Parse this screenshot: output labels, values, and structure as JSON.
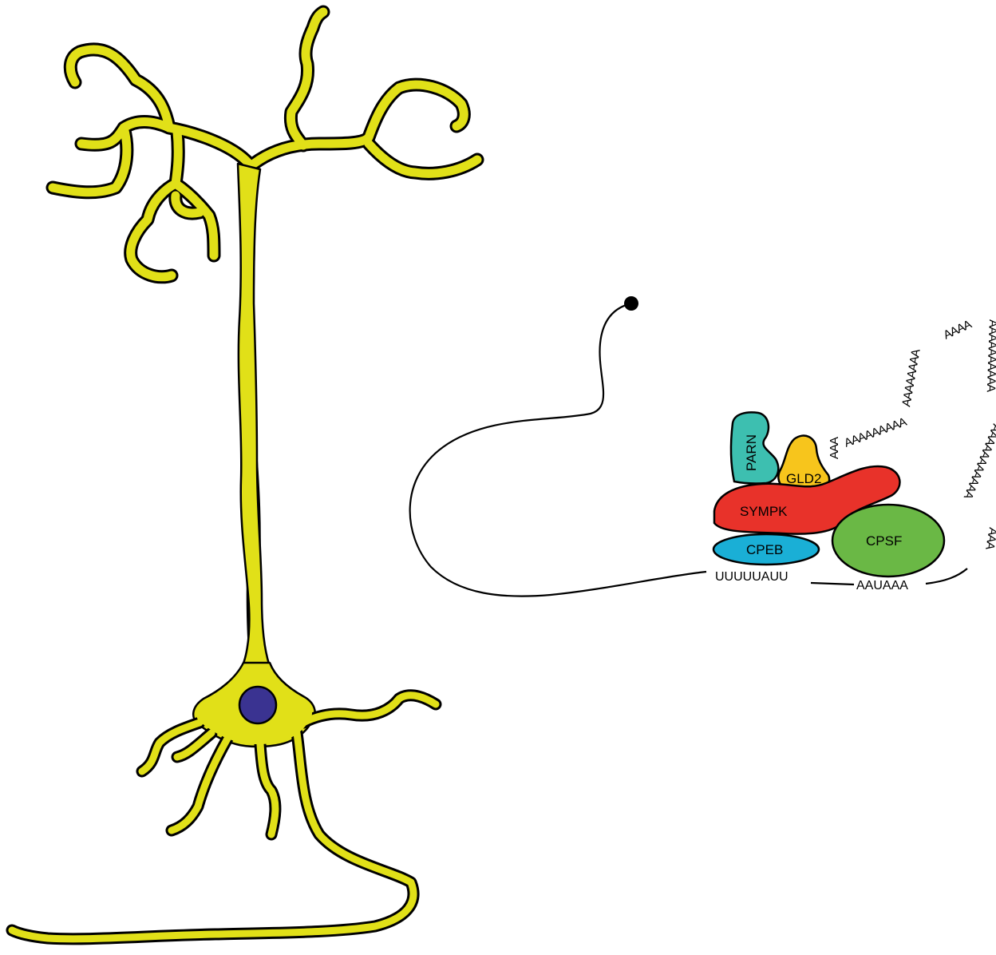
{
  "colors": {
    "neuron_fill": "#e1e018",
    "nucleus": "#3a3391",
    "outline": "#000000",
    "parn": "#3dbfb0",
    "gld2": "#f7c51c",
    "sympk": "#e8322a",
    "cpeb": "#1aafd6",
    "cpsf": "#6ab845"
  },
  "proteins": {
    "parn": "PARN",
    "gld2": "GLD2",
    "sympk": "SYMPK",
    "cpeb": "CPEB",
    "cpsf": "CPSF"
  },
  "sequences": {
    "cpe": "UUUUUAUU",
    "hexamer": "AAUAAA",
    "polya_1": "AAA",
    "polya_2": "AAAAAAAAA",
    "polya_3": "AAAAAAAA",
    "polya_4": "AAAA",
    "polya_5": "AAAAAAAAAA",
    "polya_6": "AAAAAAAAAAA",
    "polya_7": "AAA"
  }
}
